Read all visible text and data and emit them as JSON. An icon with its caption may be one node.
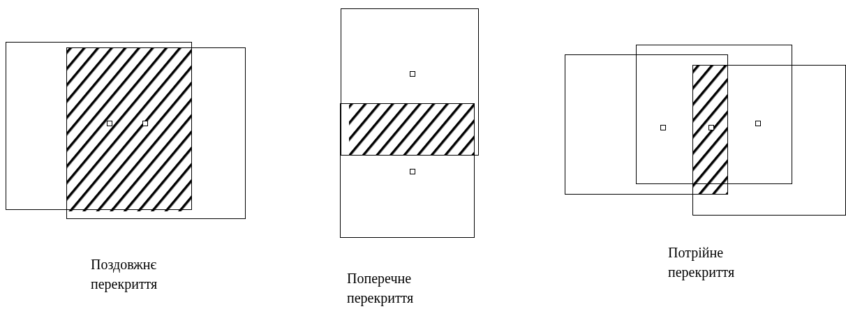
{
  "diagram": {
    "labels": [
      "Поздовжнє перекриття",
      "Поперечне перекриття",
      "Потрійне перекриття"
    ]
  }
}
